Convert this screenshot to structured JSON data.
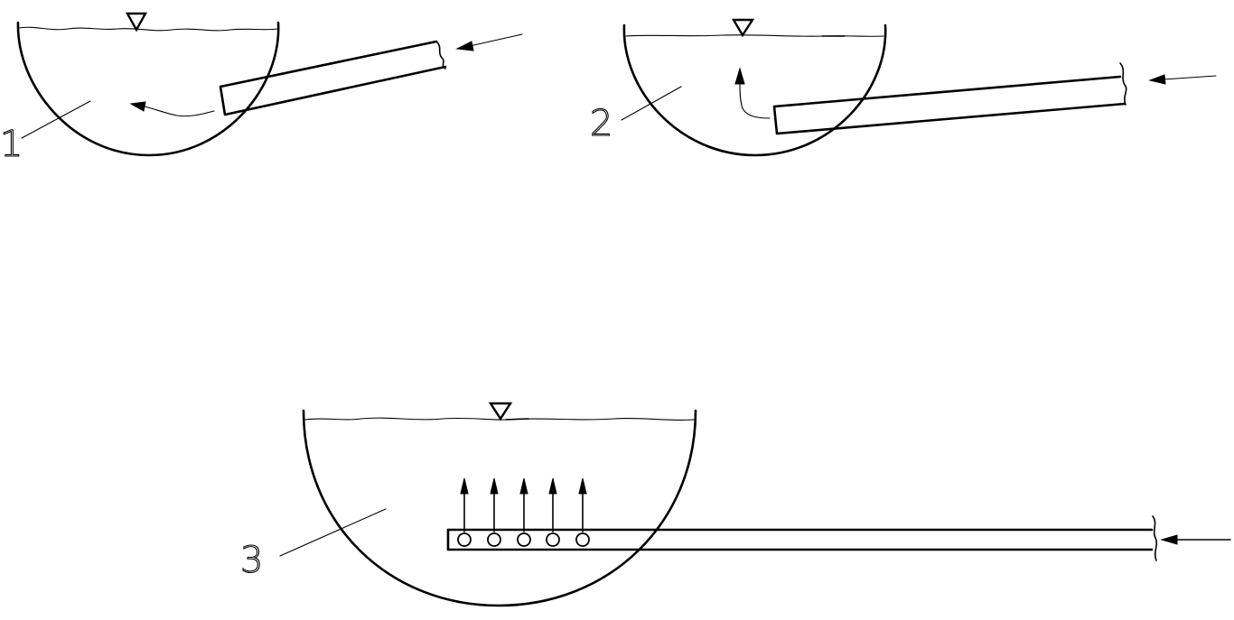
{
  "diagram": {
    "colors": {
      "line": "#000000",
      "background": "#ffffff"
    },
    "figures": [
      {
        "id": "1",
        "label": "1"
      },
      {
        "id": "2",
        "label": "2"
      },
      {
        "id": "3",
        "label": "3"
      }
    ]
  }
}
